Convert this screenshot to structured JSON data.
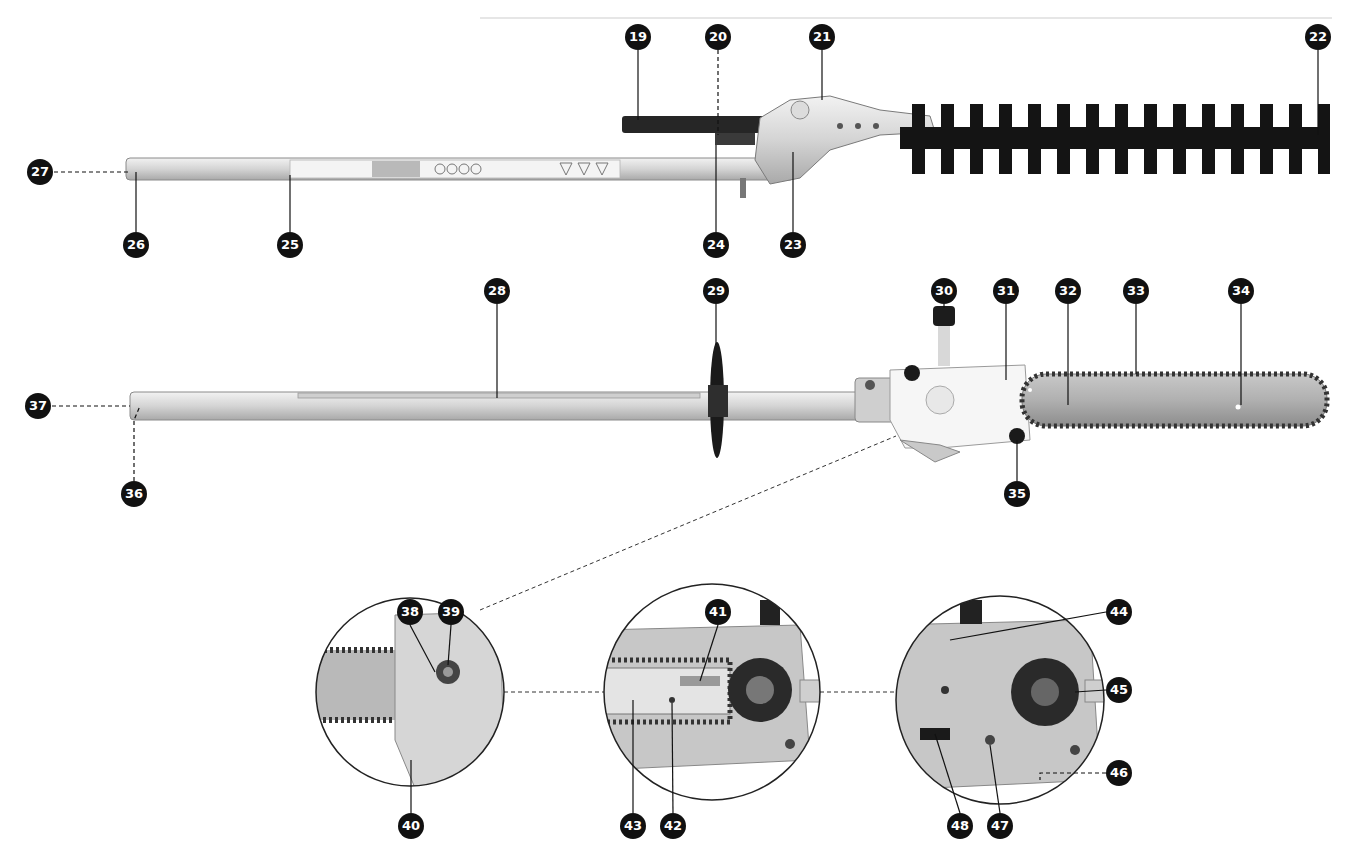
{
  "diagram": {
    "labels": [
      "19",
      "20",
      "21",
      "22",
      "27",
      "26",
      "25",
      "24",
      "23",
      "28",
      "29",
      "30",
      "31",
      "32",
      "33",
      "34",
      "37",
      "36",
      "35",
      "38",
      "39",
      "41",
      "44",
      "45",
      "46",
      "40",
      "43",
      "42",
      "48",
      "47"
    ]
  }
}
